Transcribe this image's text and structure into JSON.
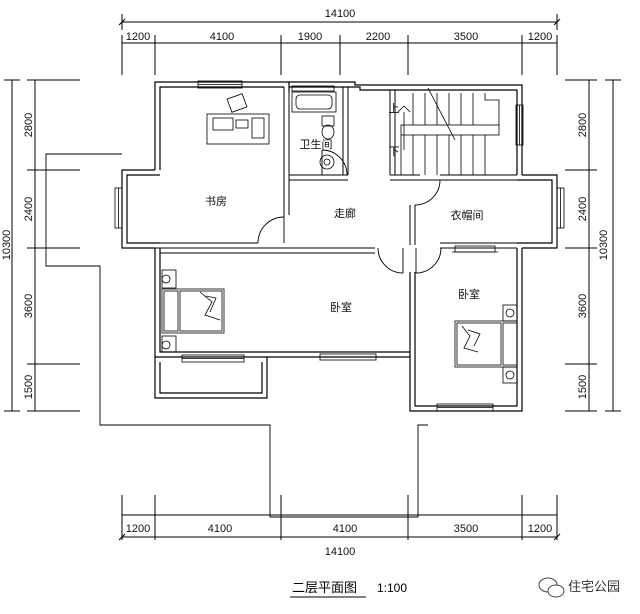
{
  "dimensions": {
    "top_total": "14100",
    "top_segments": [
      "1200",
      "4100",
      "1900",
      "2200",
      "3500",
      "1200"
    ],
    "bottom_total": "14100",
    "bottom_segments": [
      "1200",
      "4100",
      "4100",
      "3500",
      "1200"
    ],
    "left_total": "10300",
    "left_segments": [
      "2800",
      "2400",
      "3600",
      "1500"
    ],
    "right_total": "10300",
    "right_segments": [
      "2800",
      "2400",
      "3600",
      "1500"
    ]
  },
  "rooms": {
    "study": "书房",
    "bathroom": "卫生间",
    "corridor": "走廊",
    "cloakroom": "衣帽间",
    "bedroom_main": "卧室",
    "bedroom_right": "卧室"
  },
  "stairs": {
    "up": "上",
    "down": "下"
  },
  "caption": {
    "title": "二层平面图",
    "scale": "1:100"
  },
  "watermark": {
    "text": "住宅公园",
    "icon": "wechat-icon"
  }
}
